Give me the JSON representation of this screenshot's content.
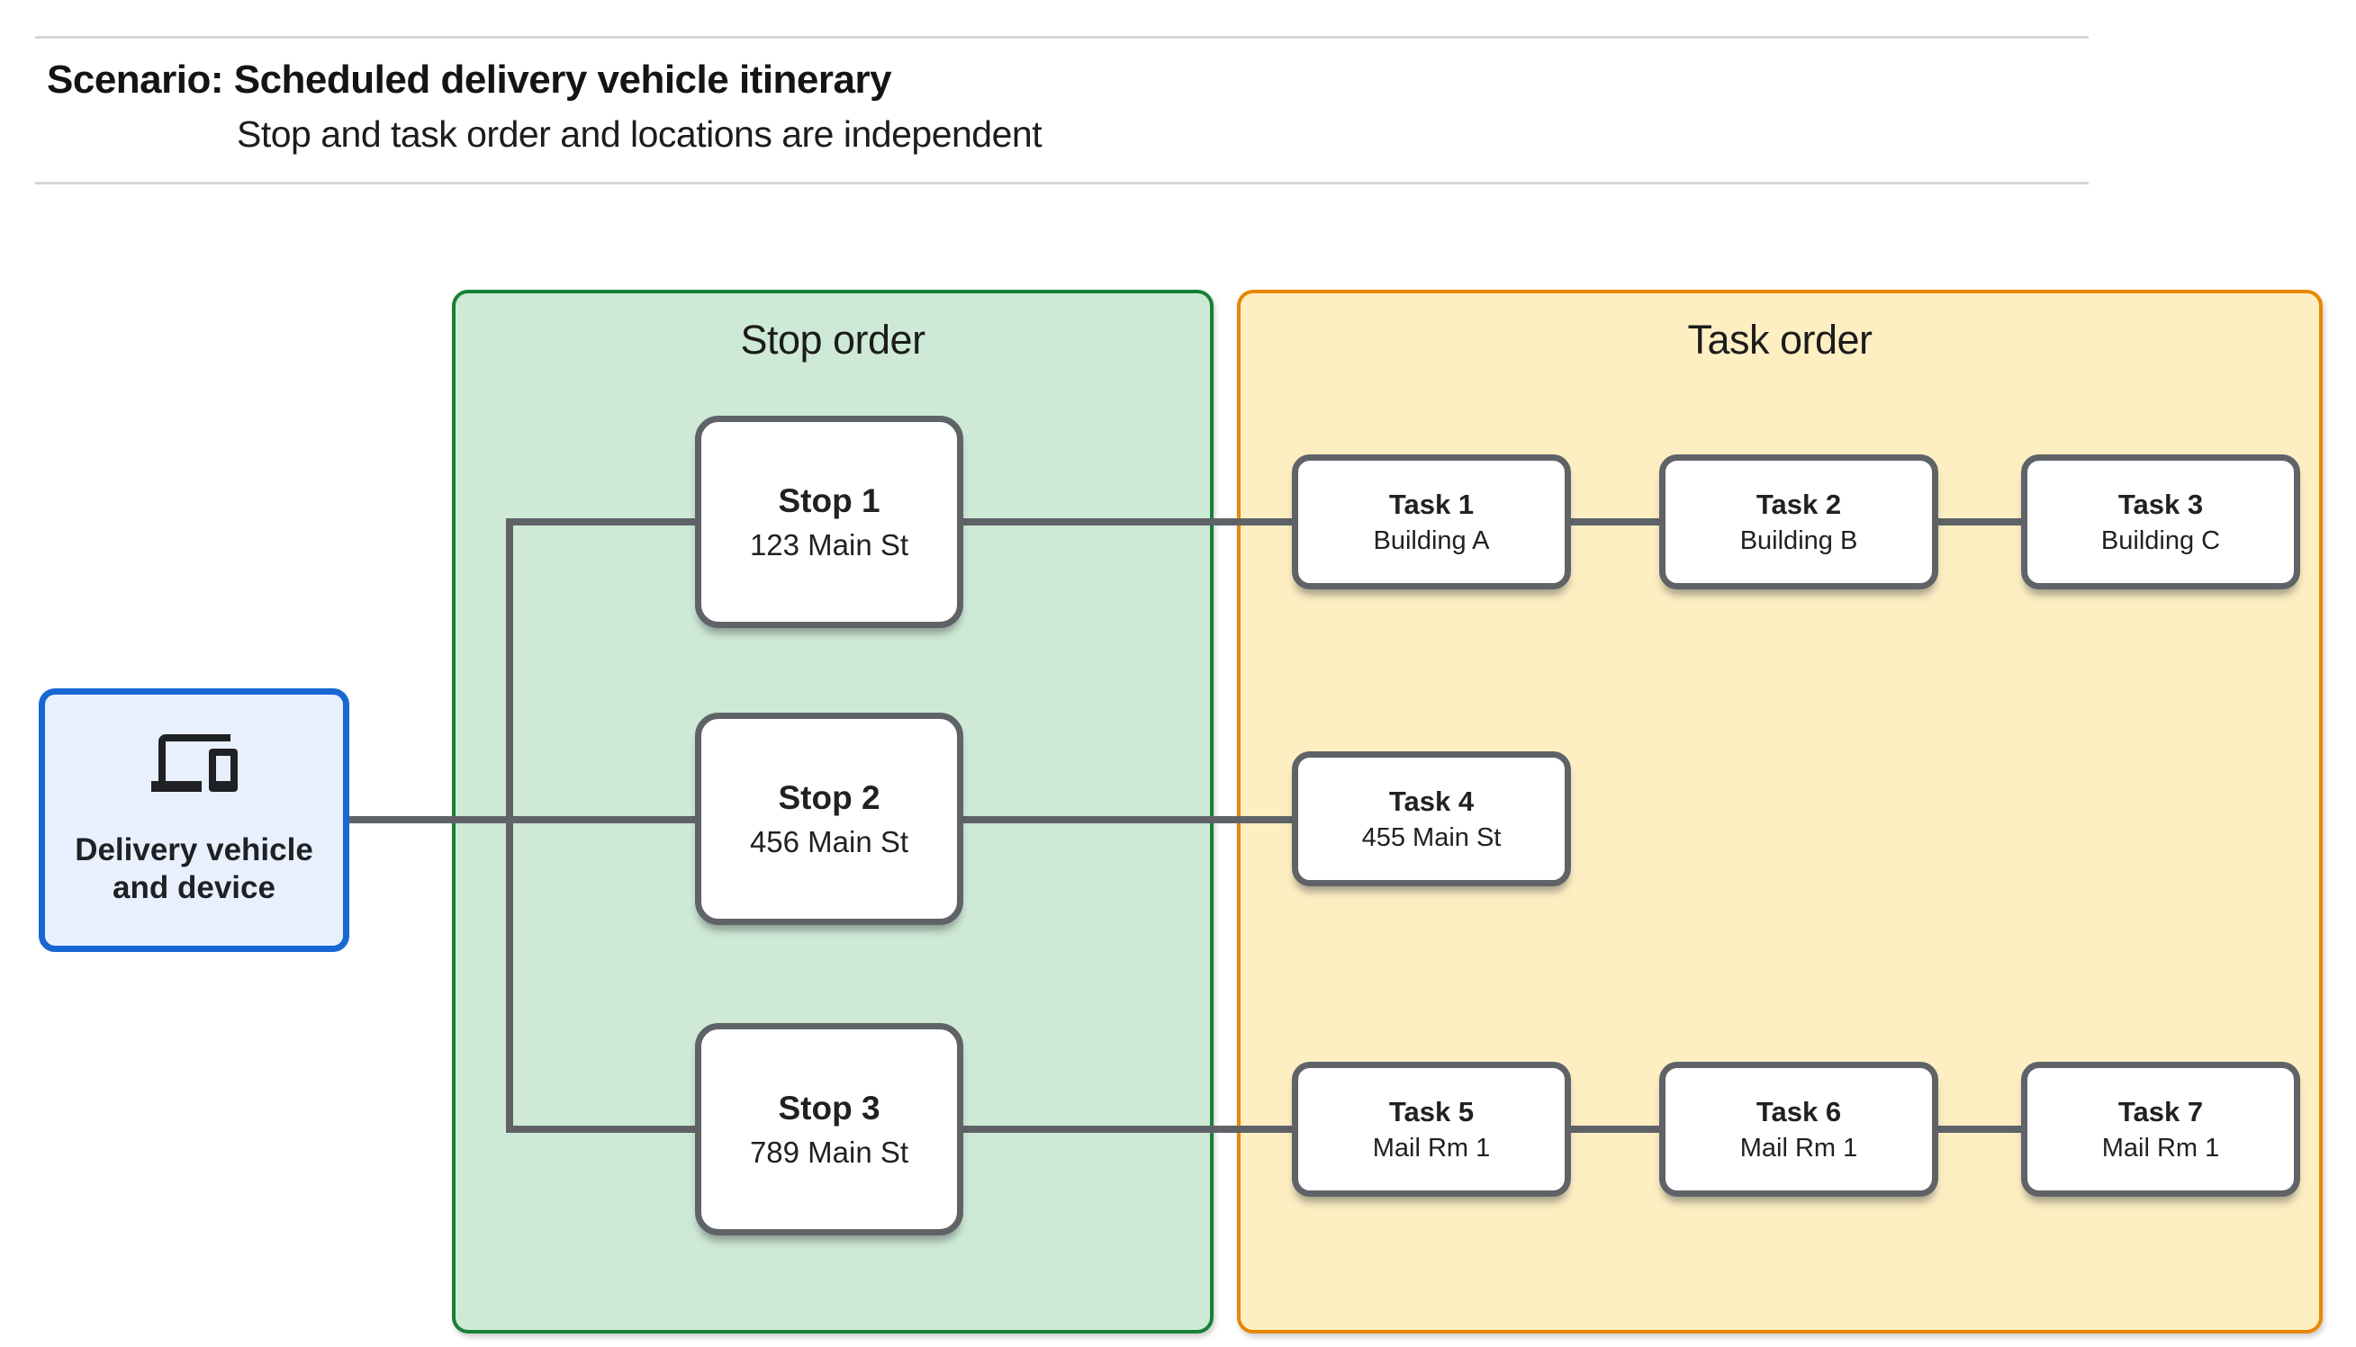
{
  "header": {
    "title": "Scenario: Scheduled delivery vehicle itinerary",
    "subtitle": "Stop and task order and locations are independent"
  },
  "vehicle_node": {
    "icon": "devices-icon",
    "label_line1": "Delivery vehicle",
    "label_line2": "and device"
  },
  "stop_panel": {
    "title": "Stop order",
    "stops": [
      {
        "title": "Stop 1",
        "subtitle": "123 Main St"
      },
      {
        "title": "Stop 2",
        "subtitle": "456 Main St"
      },
      {
        "title": "Stop 3",
        "subtitle": "789 Main St"
      }
    ]
  },
  "task_panel": {
    "title": "Task order",
    "rows": [
      {
        "tasks": [
          {
            "title": "Task 1",
            "subtitle": "Building A"
          },
          {
            "title": "Task 2",
            "subtitle": "Building B"
          },
          {
            "title": "Task 3",
            "subtitle": "Building C"
          }
        ]
      },
      {
        "tasks": [
          {
            "title": "Task 4",
            "subtitle": "455 Main St"
          }
        ]
      },
      {
        "tasks": [
          {
            "title": "Task 5",
            "subtitle": "Mail Rm 1"
          },
          {
            "title": "Task 6",
            "subtitle": "Mail Rm 1"
          },
          {
            "title": "Task 7",
            "subtitle": "Mail Rm 1"
          }
        ]
      }
    ]
  },
  "colors": {
    "stop_panel_fill": "#ceead6",
    "stop_panel_border": "#188038",
    "task_panel_fill": "#feefc3",
    "task_panel_border": "#ea8600",
    "vehicle_fill": "#e8f0fe",
    "vehicle_border": "#1967d2",
    "node_border": "#5f6368",
    "connector": "#5f6368",
    "divider": "#d6d6d6"
  }
}
